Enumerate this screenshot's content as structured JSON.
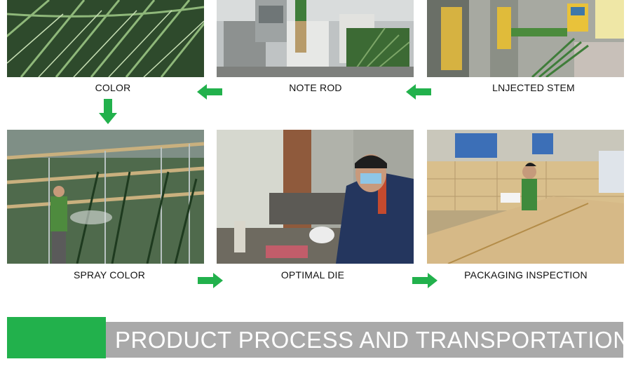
{
  "steps": [
    {
      "label": "COLOR",
      "photo": "palm-leaves-photo"
    },
    {
      "label": "NOTE ROD",
      "photo": "workshop-machine-photo"
    },
    {
      "label": "LNJECTED STEM",
      "photo": "injection-press-photo"
    },
    {
      "label": "SPRAY COLOR",
      "photo": "spray-greenhouse-photo"
    },
    {
      "label": "OPTIMAL DIE",
      "photo": "die-worker-photo"
    },
    {
      "label": "PACKAGING INSPECTION",
      "photo": "carton-warehouse-photo"
    }
  ],
  "banner": {
    "title": "PRODUCT PROCESS AND TRANSPORTATION"
  },
  "colors": {
    "accent_green": "#22b14c",
    "banner_gray": "#a9a9a9"
  },
  "icons": [
    "arrow-left-icon",
    "arrow-down-icon",
    "arrow-right-icon"
  ]
}
